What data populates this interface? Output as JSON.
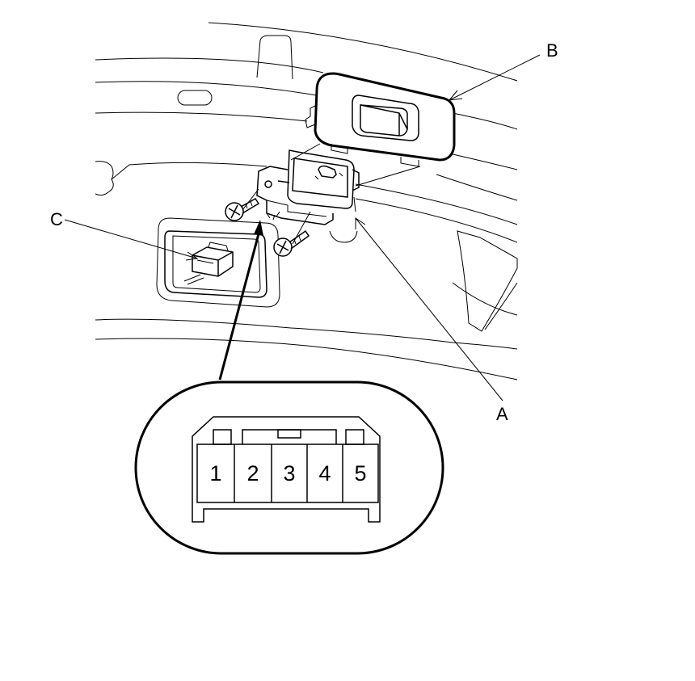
{
  "callouts": {
    "a": "A",
    "b": "B",
    "c": "C"
  },
  "connector": {
    "pins": [
      "1",
      "2",
      "3",
      "4",
      "5"
    ]
  },
  "colors": {
    "line": "#000000",
    "background": "#ffffff"
  }
}
